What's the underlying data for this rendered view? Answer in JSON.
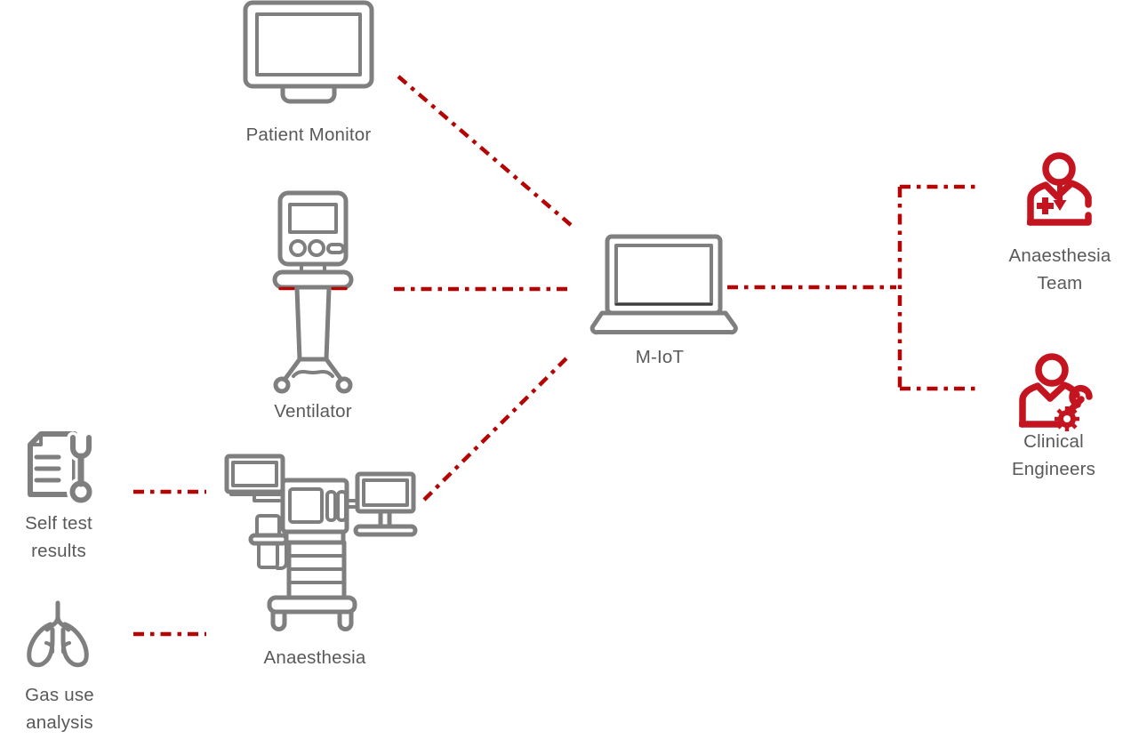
{
  "colors": {
    "background": "#FFFFFF",
    "line_red": "#B50404",
    "icon_red": "#C41420",
    "device_gray": "#7F7F7F",
    "label_gray": "#595959"
  },
  "nodes": {
    "patient_monitor": {
      "label": "Patient Monitor",
      "icon": "patient-monitor-icon"
    },
    "ventilator": {
      "label": "Ventilator",
      "icon": "ventilator-icon"
    },
    "anaesthesia_machine": {
      "label": "Anaesthesia",
      "icon": "anaesthesia-machine-icon"
    },
    "self_test_results": {
      "label": "Self test results",
      "icon": "document-wrench-icon"
    },
    "gas_use_analysis": {
      "label": "Gas use analysis",
      "icon": "lungs-icon"
    },
    "m_iot": {
      "label": "M-IoT",
      "icon": "laptop-icon"
    },
    "anaesthesia_team": {
      "label": "Anaesthesia Team",
      "icon": "doctor-person-icon"
    },
    "clinical_engineers": {
      "label": "Clinical Engineers",
      "icon": "engineer-person-icon"
    }
  },
  "connections": [
    {
      "from": "Patient Monitor",
      "to": "M-IoT",
      "style": "red-dash-dot"
    },
    {
      "from": "Ventilator",
      "to": "M-IoT",
      "style": "red-dash-dot"
    },
    {
      "from": "Anaesthesia",
      "to": "M-IoT",
      "style": "red-dash-dot"
    },
    {
      "from": "Self test results",
      "to": "Anaesthesia",
      "style": "red-dash-dot"
    },
    {
      "from": "Gas use analysis",
      "to": "Anaesthesia",
      "style": "red-dash-dot"
    },
    {
      "from": "M-IoT",
      "to": "Anaesthesia Team",
      "style": "red-dash-dot"
    },
    {
      "from": "M-IoT",
      "to": "Clinical Engineers",
      "style": "red-dash-dot"
    }
  ]
}
